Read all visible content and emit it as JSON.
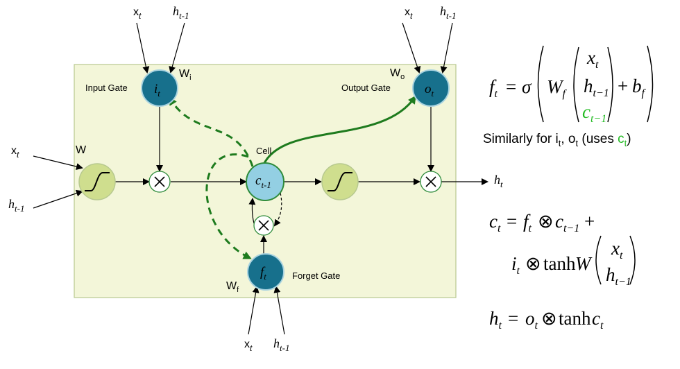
{
  "colors": {
    "panel_fill": "#f3f6d9",
    "panel_border": "#b7c98f",
    "gate_fill": "#17708c",
    "gate_border": "#a9d3e0",
    "cell_fill": "#93cfe3",
    "sigmoid_fill": "#cfde8e",
    "green_path": "#1e7b1e",
    "highlight": "#22bb22"
  },
  "icons": {
    "multiply": "multiply-icon",
    "sigmoid": "sigmoid-curve-icon"
  },
  "labels": {
    "input_gate": "Input Gate",
    "output_gate": "Output Gate",
    "forget_gate": "Forget Gate",
    "cell": "Cell",
    "w": "W",
    "w_i": "W",
    "w_i_sub": "i",
    "w_o": "W",
    "w_o_sub": "o",
    "w_f": "W",
    "w_f_sub": "f"
  },
  "nodes": {
    "i": "i",
    "i_sub": "t",
    "o": "o",
    "o_sub": "t",
    "f": "f",
    "f_sub": "t",
    "c": "c",
    "c_sub": "t-1"
  },
  "inputs": {
    "x": "x",
    "x_sub": "t",
    "h": "h",
    "h_sub": "t-1",
    "out": "h",
    "out_sub": "t"
  },
  "equations": {
    "ft": {
      "lhs": "f",
      "lhs_sub": "t",
      "equals": "=",
      "sigma": "σ",
      "W": "W",
      "W_sub": "f",
      "x": "x",
      "x_sub": "t",
      "h": "h",
      "h_sub": "t−1",
      "c": "c",
      "c_sub": "t−1",
      "plus": "+",
      "b": "b",
      "b_sub": "f"
    },
    "similarly": {
      "text1": "Similarly for i",
      "sub1": "t",
      "text2": ", o",
      "sub2": "t",
      "text3": " (uses ",
      "c": "c",
      "c_sub": "t",
      "text4": ")"
    },
    "ct": {
      "lhs": "c",
      "lhs_sub": "t",
      "equals": "=",
      "f": "f",
      "f_sub": "t",
      "otimes": "⊗",
      "c": "c",
      "c_sub": "t−1",
      "plus": "+",
      "i": "i",
      "i_sub": "t",
      "otimes2": "⊗",
      "tanh": "tanh",
      "W": "W",
      "x": "x",
      "x_sub": "t",
      "h": "h",
      "h_sub": "t−1"
    },
    "ht": {
      "lhs": "h",
      "lhs_sub": "t",
      "equals": "=",
      "o": "o",
      "o_sub": "t",
      "otimes": "⊗",
      "tanh": "tanh",
      "c": "c",
      "c_sub": "t"
    }
  }
}
